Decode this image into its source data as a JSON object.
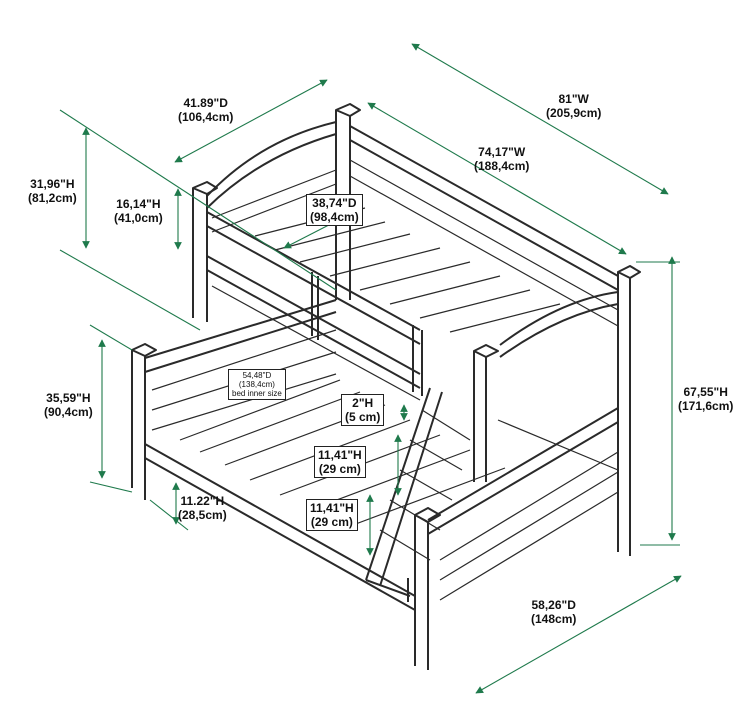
{
  "dimensions": {
    "depth_top": {
      "imperial": "41.89\"D",
      "metric": "(106,4cm)"
    },
    "width_overall": {
      "imperial": "81\"W",
      "metric": "(205,9cm)"
    },
    "width_inner": {
      "imperial": "74,17\"W",
      "metric": "(188,4cm)"
    },
    "height_head": {
      "imperial": "31,96\"H",
      "metric": "(81,2cm)"
    },
    "height_guard": {
      "imperial": "16,14\"H",
      "metric": "(41,0cm)"
    },
    "depth_upper": {
      "imperial": "38,74\"D",
      "metric": "(98,4cm)"
    },
    "height_lower": {
      "imperial": "35,59\"H",
      "metric": "(90,4cm)"
    },
    "depth_lower": {
      "imperial": "54,48\"D",
      "metric": "(138,4cm)",
      "note": "bed inner size"
    },
    "height_total": {
      "imperial": "67,55\"H",
      "metric": "(171,6cm)"
    },
    "step": {
      "imperial": "2\"H",
      "metric": "(5 cm)"
    },
    "ladder_1": {
      "imperial": "11,41\"H",
      "metric": "(29 cm)"
    },
    "ladder_2": {
      "imperial": "11,41\"H",
      "metric": "(29 cm)"
    },
    "clearance": {
      "imperial": "11.22\"H",
      "metric": "(28,5cm)"
    },
    "depth_bottom": {
      "imperial": "58,26\"D",
      "metric": "(148cm)"
    }
  },
  "colors": {
    "dimension_line": "#1f7a4c",
    "frame": "#2a2a2a"
  }
}
